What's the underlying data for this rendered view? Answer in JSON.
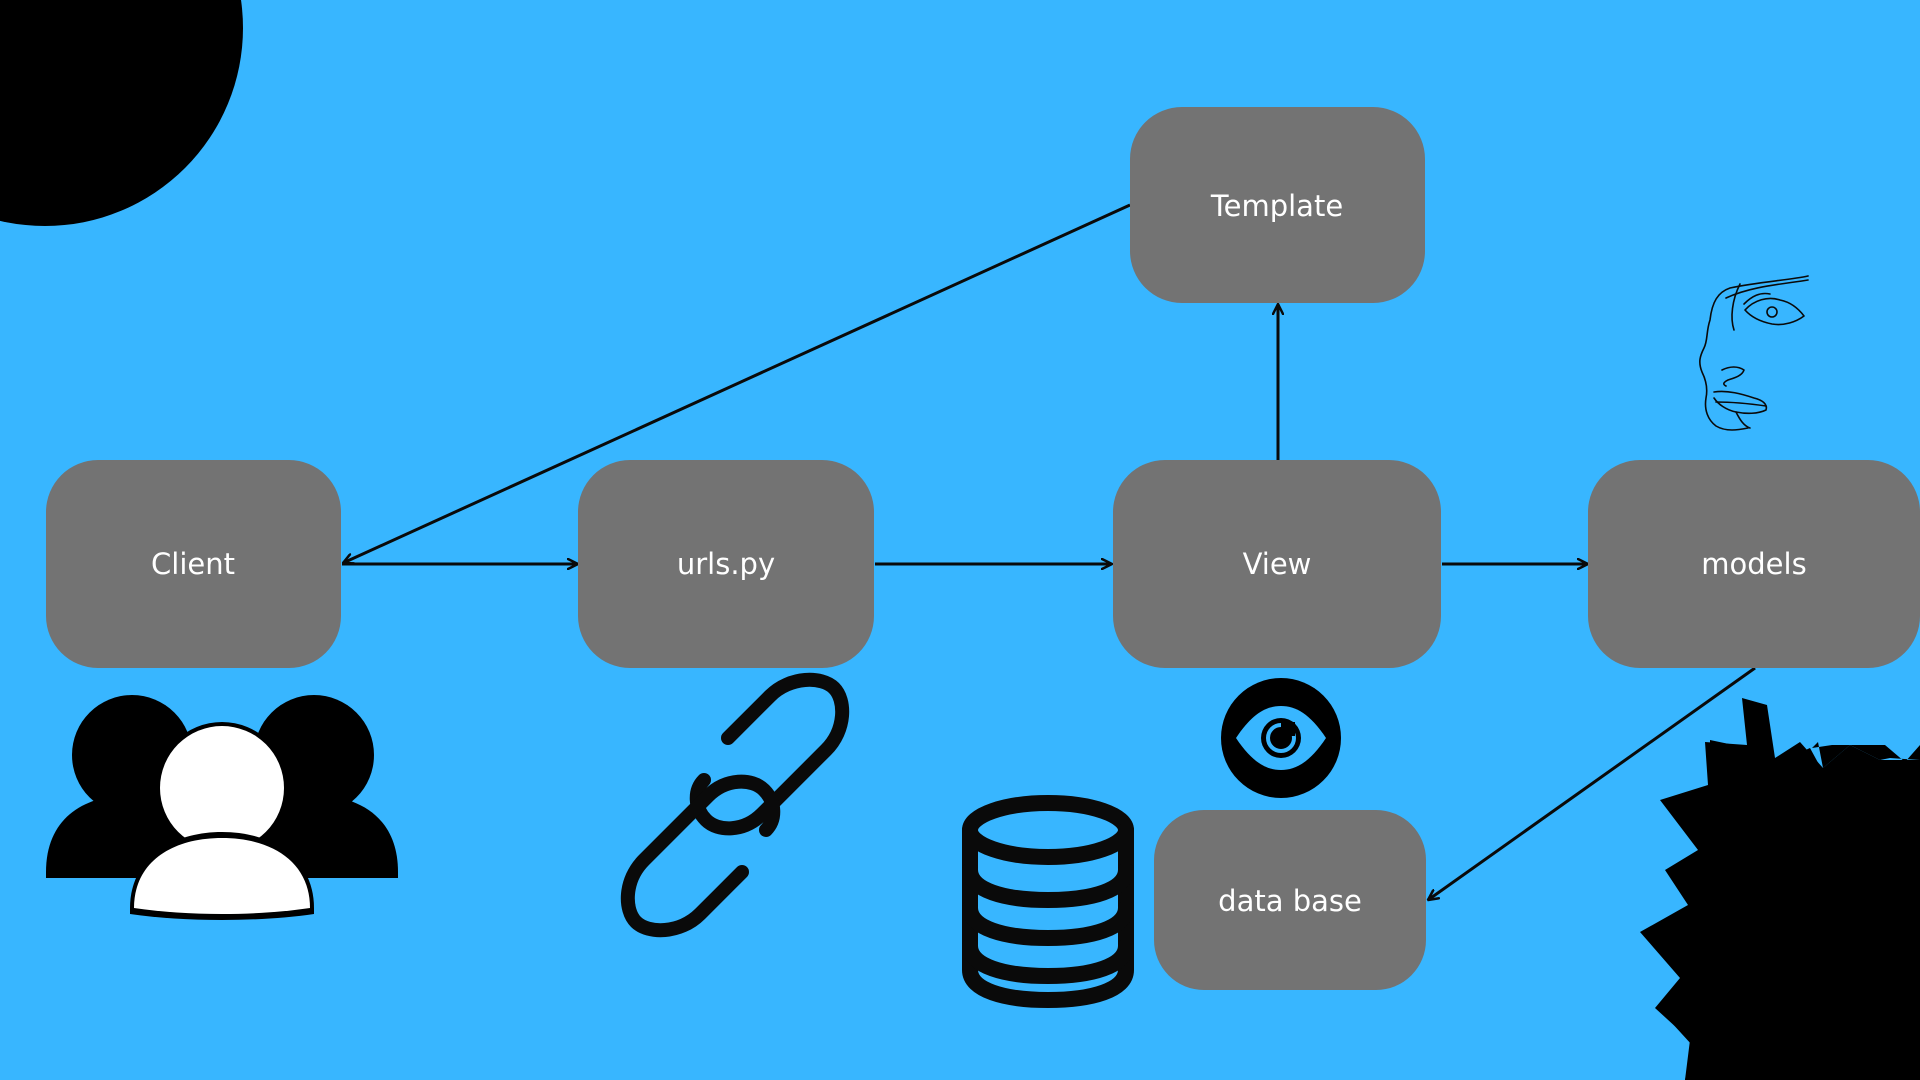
{
  "colors": {
    "background": "#38b6ff",
    "node_fill": "#737373",
    "node_text": "#ffffff",
    "edge": "#0a0a0a",
    "decor": "#000000"
  },
  "nodes": {
    "template": "Template",
    "client": "Client",
    "urls": "urls.py",
    "view": "View",
    "models": "models",
    "database": "data base"
  },
  "edges": [
    {
      "from": "client",
      "to": "urls",
      "arrow": "to"
    },
    {
      "from": "urls",
      "to": "view",
      "arrow": "to"
    },
    {
      "from": "view",
      "to": "models",
      "arrow": "to"
    },
    {
      "from": "view",
      "to": "template",
      "arrow": "to"
    },
    {
      "from": "template",
      "to": "client",
      "arrow": "to"
    },
    {
      "from": "models",
      "to": "database",
      "arrow": "to"
    }
  ],
  "icons": {
    "users": "users-group-icon",
    "link": "chain-link-icon",
    "eye": "eye-icon",
    "database": "database-stack-icon",
    "face": "face-line-art-icon"
  }
}
